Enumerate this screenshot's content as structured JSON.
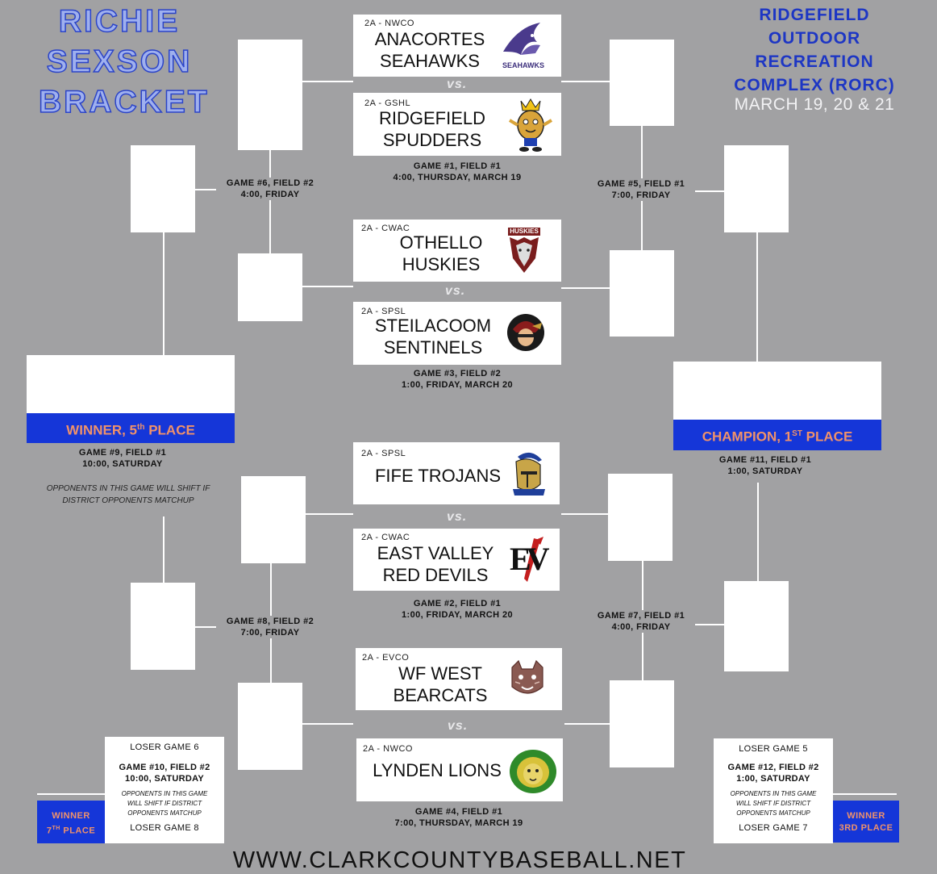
{
  "header": {
    "title_lines": [
      "RICHIE",
      "SEXSON",
      "BRACKET"
    ],
    "venue_lines": [
      "RIDGEFIELD",
      "OUTDOOR",
      "RECREATION",
      "COMPLEX (RORC)"
    ],
    "dates": "MARCH 19, 20 & 21"
  },
  "vs_label": "vs.",
  "teams": [
    {
      "conf": "2A - NWCO",
      "name1": "ANACORTES",
      "name2": "SEAHAWKS",
      "logo": "seahawk-logo",
      "logo_text": "SEAHAWKS"
    },
    {
      "conf": "2A - GSHL",
      "name1": "RIDGEFIELD",
      "name2": "SPUDDERS",
      "logo": "spudder-logo"
    },
    {
      "conf": "2A - CWAC",
      "name1": "OTHELLO",
      "name2": "HUSKIES",
      "logo": "husky-logo",
      "logo_text": "HUSKIES"
    },
    {
      "conf": "2A - SPSL",
      "name1": "STEILACOOM",
      "name2": "SENTINELS",
      "logo": "sentinel-logo"
    },
    {
      "conf": "2A - SPSL",
      "name1": "FIFE TROJANS",
      "name2": "",
      "logo": "trojan-logo"
    },
    {
      "conf": "2A - CWAC",
      "name1": "EAST VALLEY",
      "name2": "RED DEVILS",
      "logo": "ev-logo",
      "logo_text": "EV"
    },
    {
      "conf": "2A - EVCO",
      "name1": "WF WEST",
      "name2": "BEARCATS",
      "logo": "bearcat-logo"
    },
    {
      "conf": "2A - NWCO",
      "name1": "LYNDEN LIONS",
      "name2": "",
      "logo": "lion-logo"
    }
  ],
  "games": {
    "g1": [
      "GAME #1, FIELD #1",
      "4:00, THURSDAY, MARCH 19"
    ],
    "g3": [
      "GAME #3, FIELD #2",
      "1:00, FRIDAY, MARCH 20"
    ],
    "g2": [
      "GAME #2, FIELD #1",
      "1:00, FRIDAY, MARCH 20"
    ],
    "g4": [
      "GAME #4, FIELD #1",
      "7:00, THURSDAY, MARCH 19"
    ],
    "g6": [
      "GAME #6, FIELD #2",
      "4:00, FRIDAY"
    ],
    "g5": [
      "GAME #5, FIELD #1",
      "7:00, FRIDAY"
    ],
    "g8": [
      "GAME #8, FIELD #2",
      "7:00, FRIDAY"
    ],
    "g7": [
      "GAME #7, FIELD #1",
      "4:00, FRIDAY"
    ],
    "g9": [
      "GAME #9, FIELD #1",
      "10:00, SATURDAY"
    ],
    "g11": [
      "GAME #11, FIELD #1",
      "1:00, SATURDAY"
    ]
  },
  "notes": {
    "g9_note": [
      "OPPONENTS IN THIS GAME WILL SHIFT IF",
      "DISTRICT OPPONENTS MATCHUP"
    ]
  },
  "places": {
    "fifth": {
      "pre": "WINNER, 5",
      "sup": "th",
      "post": " PLACE"
    },
    "first": {
      "pre": "CHAMPION, 1",
      "sup": "ST",
      "post": " PLACE"
    },
    "seventh": {
      "line1": "WINNER",
      "pre": "7",
      "sup": "TH",
      "post": " PLACE"
    },
    "third": {
      "line1": "WINNER",
      "line2": "3RD PLACE"
    }
  },
  "consolation": {
    "left": {
      "top": "LOSER GAME 6",
      "game": [
        "GAME #10, FIELD #2",
        "10:00, SATURDAY"
      ],
      "note": [
        "OPPONENTS IN THIS GAME",
        "WILL SHIFT IF DISTRICT",
        "OPPONENTS MATCHUP"
      ],
      "bottom": "LOSER GAME 8"
    },
    "right": {
      "top": "LOSER GAME 5",
      "game": [
        "GAME #12, FIELD #2",
        "1:00, SATURDAY"
      ],
      "note": [
        "OPPONENTS IN THIS GAME",
        "WILL SHIFT IF DISTRICT",
        "OPPONENTS MATCHUP"
      ],
      "bottom": "LOSER GAME 7"
    }
  },
  "footer": "WWW.CLARKCOUNTYBASEBALL.NET",
  "colors": {
    "background": "#a1a1a3",
    "banner_blue": "#1536d8",
    "banner_text": "#f0926a",
    "title_blue": "#1d36c4"
  }
}
